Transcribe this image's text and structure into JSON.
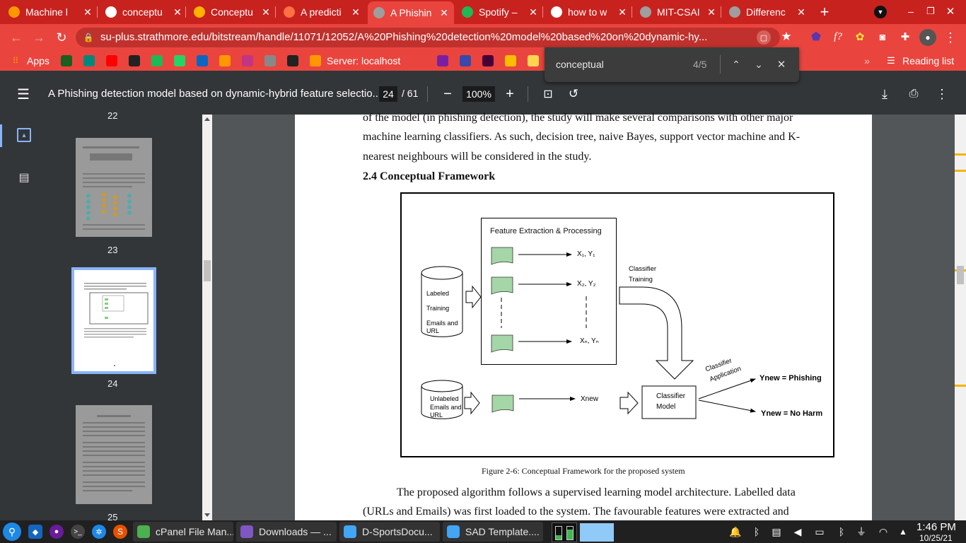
{
  "browser": {
    "tabs": [
      {
        "title": "Machine l",
        "icon": "ml-icon",
        "color": "#ff9800"
      },
      {
        "title": "conceptu",
        "icon": "google-icon",
        "color": "#ffffff"
      },
      {
        "title": "Conceptu",
        "icon": "ij-icon",
        "color": "#ffb300"
      },
      {
        "title": "A predicti",
        "icon": "e-icon",
        "color": "#ff7043"
      },
      {
        "title": "A Phishin",
        "icon": "phishing-tab-icon",
        "color": "#9e9e9e"
      },
      {
        "title": "Spotify –",
        "icon": "spotify-icon",
        "color": "#1db954"
      },
      {
        "title": "how to w",
        "icon": "google-icon",
        "color": "#ffffff"
      },
      {
        "title": "MIT-CSAI",
        "icon": "globe-icon",
        "color": "#9e9e9e"
      },
      {
        "title": "Differenc",
        "icon": "loading-icon",
        "color": "#9e9e9e"
      }
    ],
    "url": "su-plus.strathmore.edu/bitstream/handle/11071/12052/A%20Phishing%20detection%20model%20based%20on%20dynamic-hy...",
    "bookmarks": {
      "apps_label": "Apps",
      "server_label": "Server: localhost",
      "reading_list_label": "Reading list"
    },
    "find": {
      "query": "conceptual",
      "count": "4/5"
    }
  },
  "pdf": {
    "title": "A Phishing detection model based on dynamic-hybrid feature selectio...",
    "page_current": "24",
    "page_total": "/ 61",
    "zoom": "100%",
    "thumbnails": [
      {
        "label": "22"
      },
      {
        "label": "23"
      },
      {
        "label": "24"
      },
      {
        "label": "25"
      }
    ],
    "page": {
      "line1": "of the model (in phishing detection), the study will make several comparisons with other major",
      "line2": "machine learning classifiers. As such, decision tree, naive Bayes, support vector machine and K-",
      "line3": "nearest neighbours will be considered in the study.",
      "heading": "2.4 Conceptual Framework",
      "caption": "Figure 2-6: Conceptual Framework for the proposed system",
      "para1": "The proposed algorithm follows a supervised learning model architecture. Labelled data",
      "para2": "(URLs and Emails) was first loaded to the system. The favourable features were extracted and",
      "diagram": {
        "feature_box": "Feature Extraction & Processing",
        "labeled_db": [
          "Labeled",
          "Training",
          "Emails and",
          "URL"
        ],
        "unlabeled_db": [
          "Unlabeled",
          "Emails and",
          "URL"
        ],
        "x1": "X₁, Y₁",
        "x2": "X₂, Y₂",
        "xn": "Xₙ, Yₙ",
        "xnew": "Xnew",
        "classifier_training": [
          "Classifier",
          "Training"
        ],
        "classifier_model": [
          "Classifier",
          "Model"
        ],
        "classifier_application": [
          "Classifier",
          "Application"
        ],
        "out_phishing": "Ynew = Phishing",
        "out_noharm": "Ynew = No Harm"
      }
    }
  },
  "taskbar": {
    "items": [
      {
        "label": "cPanel File Man...",
        "color": "#4caf50"
      },
      {
        "label": "Downloads — ...",
        "color": "#7e57c2"
      },
      {
        "label": "D-SportsDocu...",
        "color": "#42a5f5"
      },
      {
        "label": "SAD Template....",
        "color": "#42a5f5"
      }
    ],
    "time": "1:46 PM",
    "date": "10/25/21"
  }
}
